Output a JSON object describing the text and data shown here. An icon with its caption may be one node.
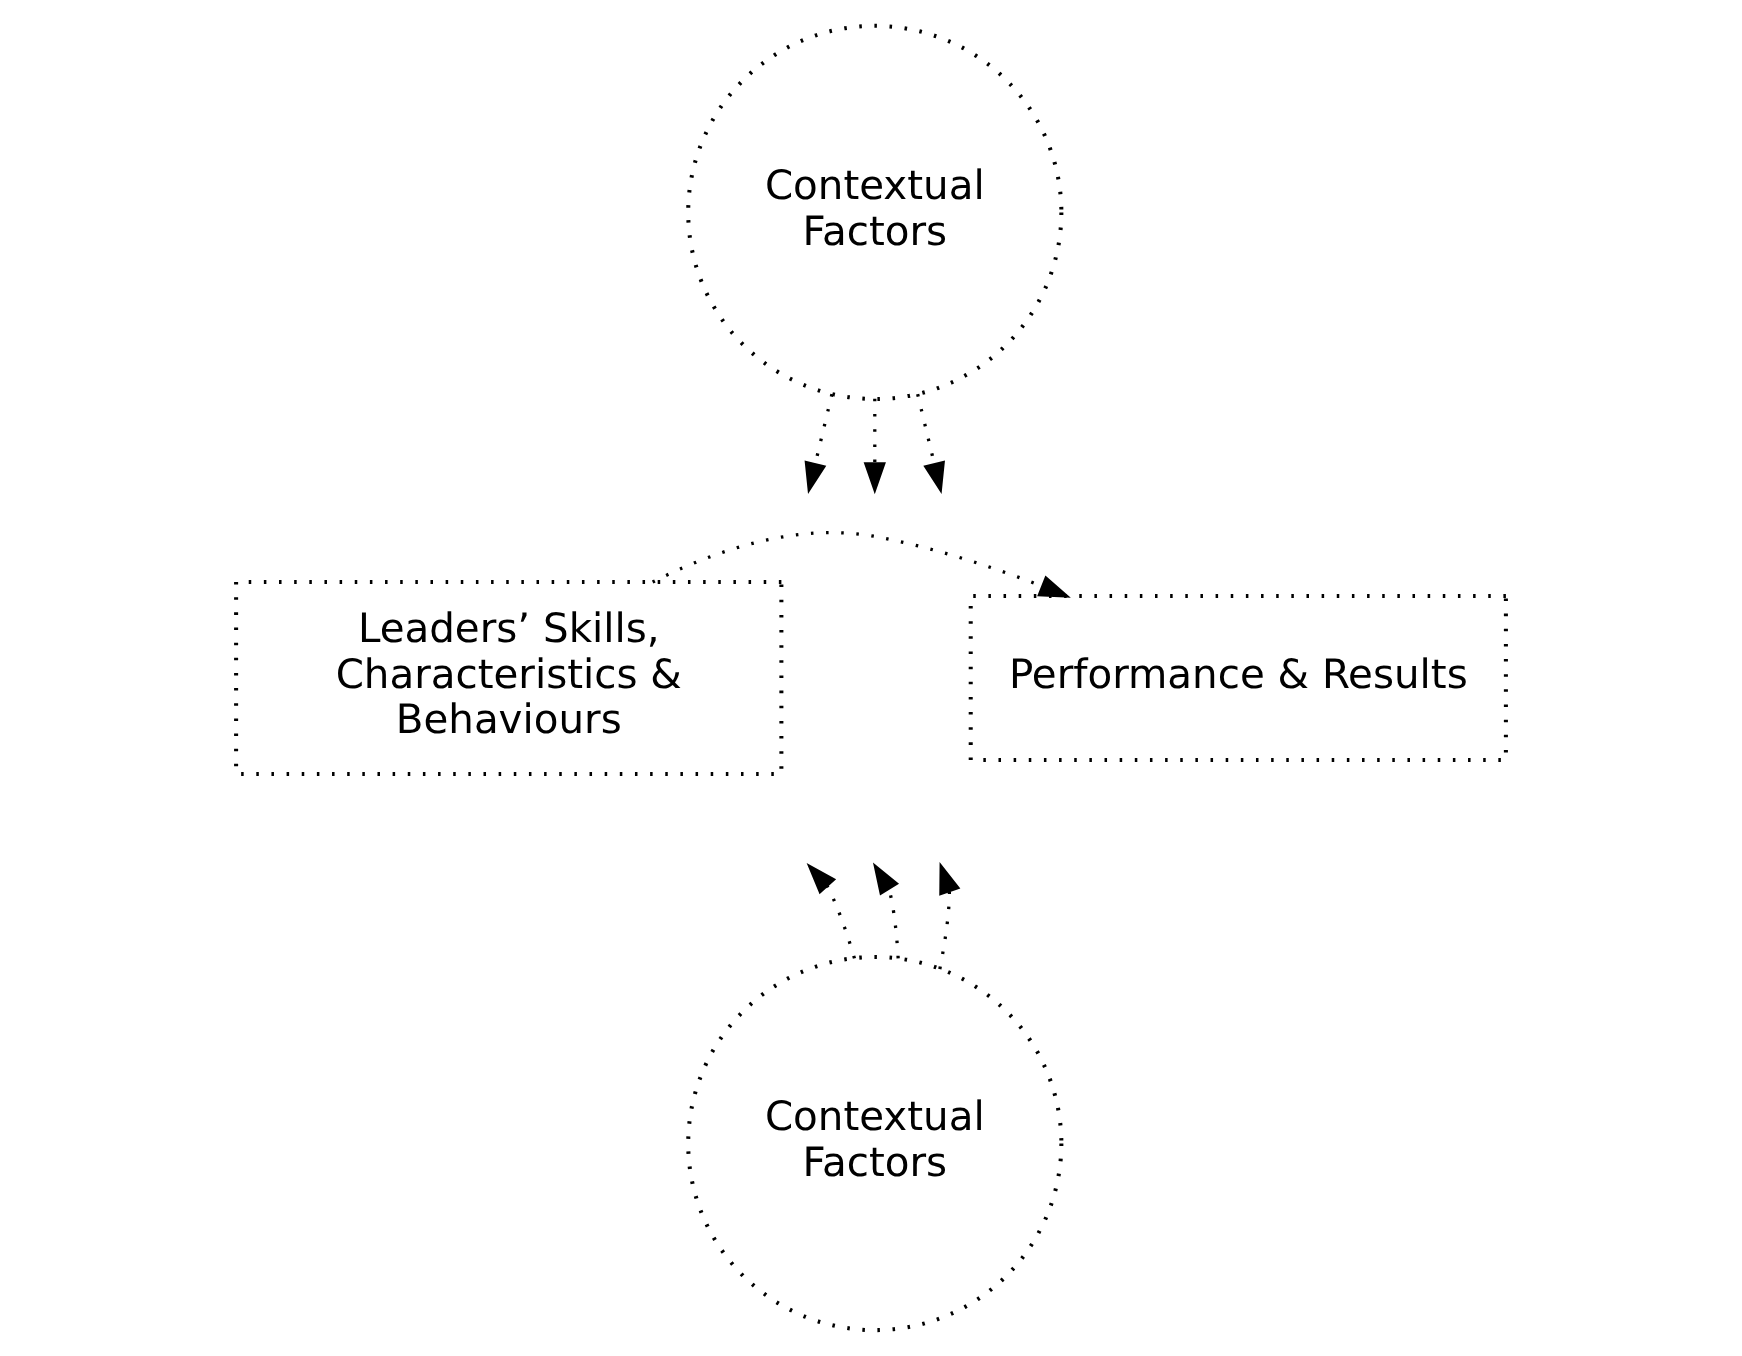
{
  "diagram": {
    "nodes": [
      {
        "text": [
          "Contextual Factors"
        ]
      },
      {
        "text": [
          "Leaders’ Skills, Characteristics & Behaviours"
        ]
      },
      {
        "text": [
          "Performance & Results"
        ]
      },
      {
        "text": [
          "Contextual Factors"
        ]
      }
    ],
    "edges": [
      {
        "from": 0,
        "to": null,
        "arrow": "to",
        "style": "dashed"
      },
      {
        "from": 0,
        "to": null,
        "arrow": "to",
        "style": "dashed"
      },
      {
        "from": 0,
        "to": null,
        "arrow": "to",
        "style": "dashed"
      },
      {
        "from": 1,
        "to": 2,
        "arrow": "to",
        "style": "dashed"
      },
      {
        "from": 3,
        "to": null,
        "arrow": "to",
        "style": "dashed"
      },
      {
        "from": 3,
        "to": null,
        "arrow": "to",
        "style": "dashed"
      },
      {
        "from": 3,
        "to": null,
        "arrow": "to",
        "style": "dashed"
      }
    ]
  }
}
